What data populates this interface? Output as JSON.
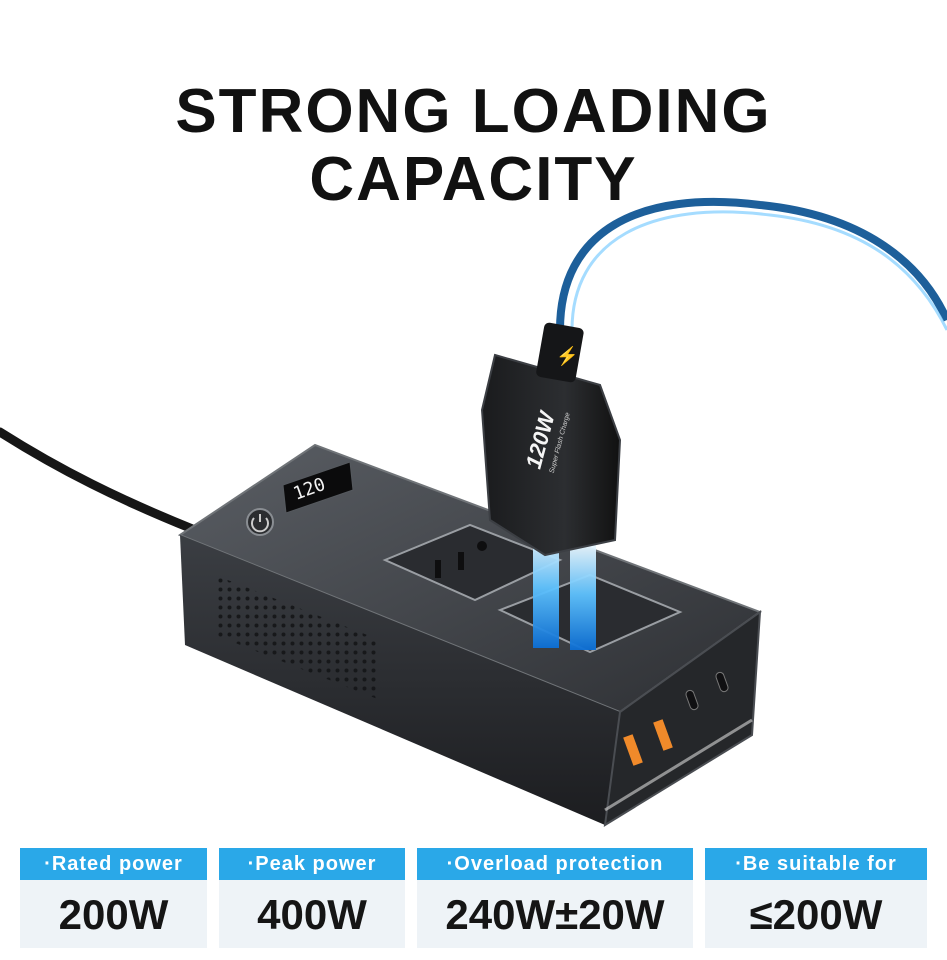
{
  "headline": {
    "line1": "STRONG LOADING",
    "line2": "CAPACITY"
  },
  "device": {
    "display_reading": "120",
    "charger_label": "120W",
    "charger_sublabel": "Super Flash Charge",
    "body_color": "#3a3d42",
    "cable_glow_color": "#2fa8ff"
  },
  "specs": [
    {
      "label": "·Rated power",
      "value": "200W"
    },
    {
      "label": "·Peak power",
      "value": "400W"
    },
    {
      "label": "·Overload protection",
      "value": "240W±20W"
    },
    {
      "label": "·Be suitable for",
      "value": "≤200W"
    }
  ],
  "accent_color": "#2aa8e8"
}
